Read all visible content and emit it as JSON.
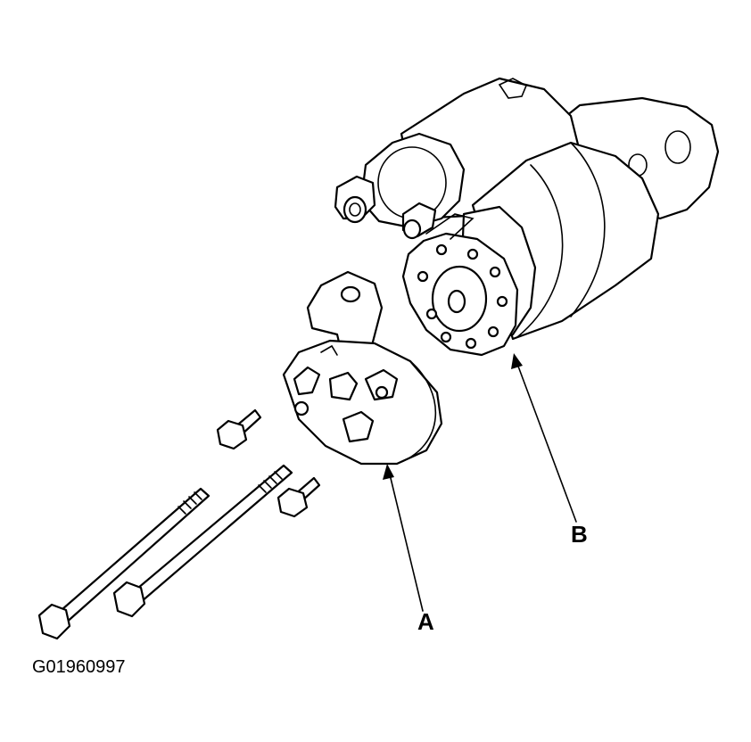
{
  "labels": {
    "part_a": "A",
    "part_b": "B"
  },
  "figure_code": "G01960997"
}
